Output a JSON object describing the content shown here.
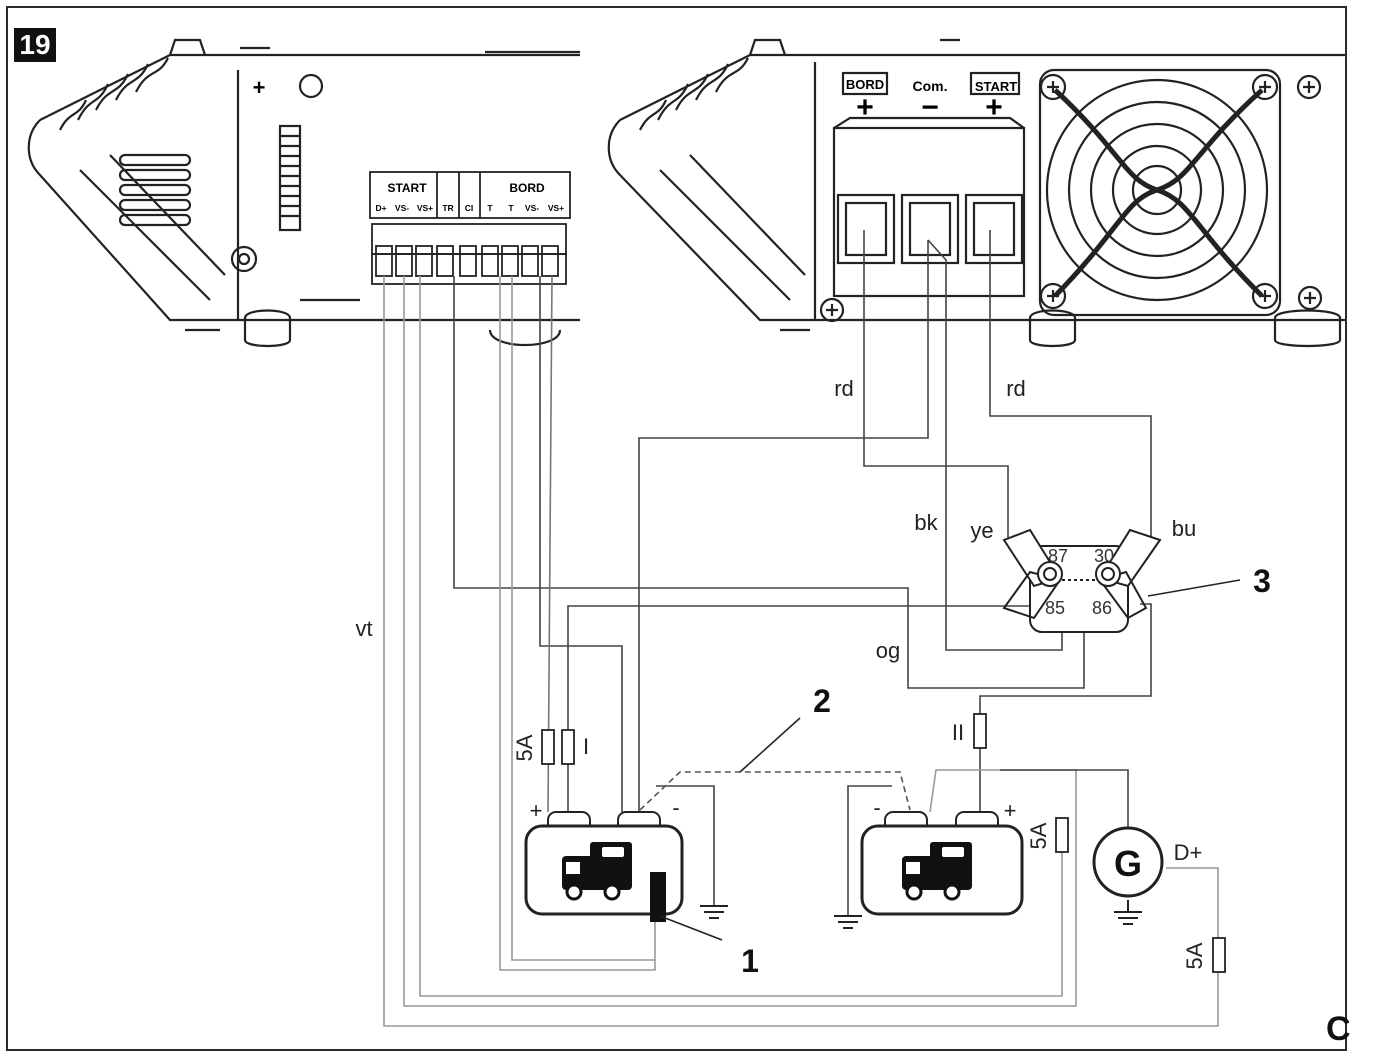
{
  "figure": {
    "number": "19",
    "variant": "C"
  },
  "left_unit": {
    "plus_sign": "+",
    "groups": {
      "start": "START",
      "bord": "BORD"
    },
    "pins": [
      "D+",
      "VS-",
      "VS+",
      "TR",
      "CI",
      "T",
      "T",
      "VS-",
      "VS+"
    ]
  },
  "right_unit": {
    "terminals": [
      {
        "label": "BORD",
        "sign": "+"
      },
      {
        "label": "Com.",
        "sign": "−"
      },
      {
        "label": "START",
        "sign": "+"
      }
    ]
  },
  "wire_labels": [
    "rd",
    "rd",
    "bk",
    "ye",
    "bu",
    "og",
    "vt"
  ],
  "relay": {
    "pins": [
      "87",
      "30",
      "85",
      "86"
    ]
  },
  "fuses": [
    {
      "rating": "5A",
      "id": "I"
    },
    {
      "id": "II"
    },
    {
      "rating": "5A"
    },
    {
      "rating": "5A"
    }
  ],
  "battery_signs": {
    "plus": "+",
    "minus": "-"
  },
  "generator": {
    "symbol": "G",
    "terminal": "D+"
  },
  "callouts": [
    "1",
    "2",
    "3"
  ]
}
